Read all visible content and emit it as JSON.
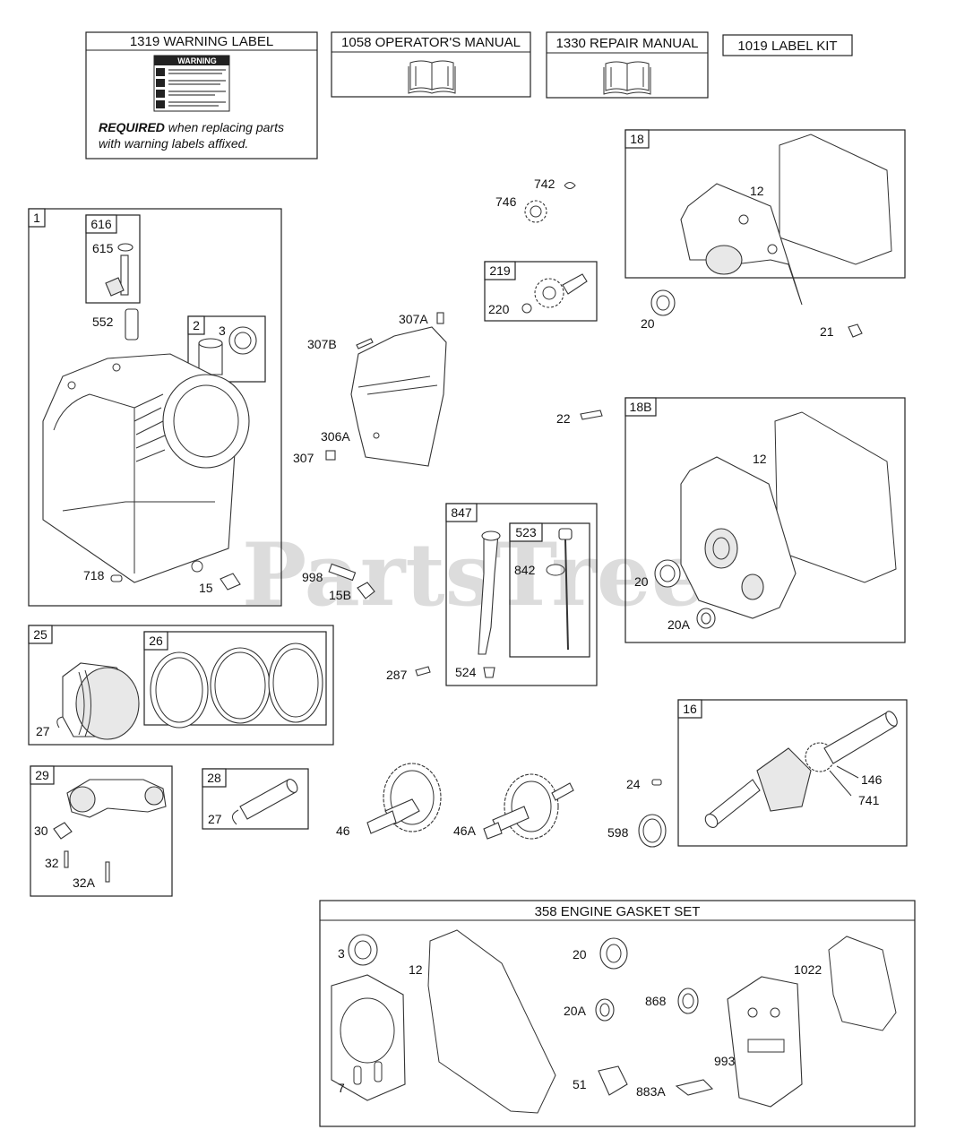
{
  "watermark": "PartsTree",
  "headers": {
    "warning_label": "1319 WARNING LABEL",
    "operators_manual": "1058 OPERATOR'S MANUAL",
    "repair_manual": "1330 REPAIR MANUAL",
    "label_kit": "1019 LABEL KIT",
    "gasket_set": "358 ENGINE GASKET SET"
  },
  "warning_note": {
    "bold": "REQUIRED",
    "line1_rest": " when replacing parts",
    "line2": "with warning labels affixed."
  },
  "warning_sticker_title": "WARNING",
  "box_tags": {
    "b1": "1",
    "b616": "616",
    "b2": "2",
    "b219": "219",
    "b18": "18",
    "b18B": "18B",
    "b847": "847",
    "b523": "523",
    "b25": "25",
    "b26": "26",
    "b29": "29",
    "b28": "28",
    "b16": "16"
  },
  "callouts": {
    "c615": "615",
    "c552": "552",
    "c3a": "3",
    "c718": "718",
    "c15": "15",
    "c307B": "307B",
    "c307A": "307A",
    "c306A": "306A",
    "c307": "307",
    "c998": "998",
    "c15B": "15B",
    "c746": "746",
    "c742": "742",
    "c220": "220",
    "c12a": "12",
    "c20a": "20",
    "c21": "21",
    "c22": "22",
    "c12b": "12",
    "c20b": "20",
    "c20A": "20A",
    "c842": "842",
    "c287": "287",
    "c524": "524",
    "c27a": "27",
    "c30": "30",
    "c32": "32",
    "c32A": "32A",
    "c27b": "27",
    "c46": "46",
    "c46A": "46A",
    "c24": "24",
    "c598": "598",
    "c146": "146",
    "c741": "741",
    "g3": "3",
    "g12": "12",
    "g7": "7",
    "g20": "20",
    "g20A": "20A",
    "g51": "51",
    "g868": "868",
    "g883A": "883A",
    "g993": "993",
    "g1022": "1022"
  }
}
